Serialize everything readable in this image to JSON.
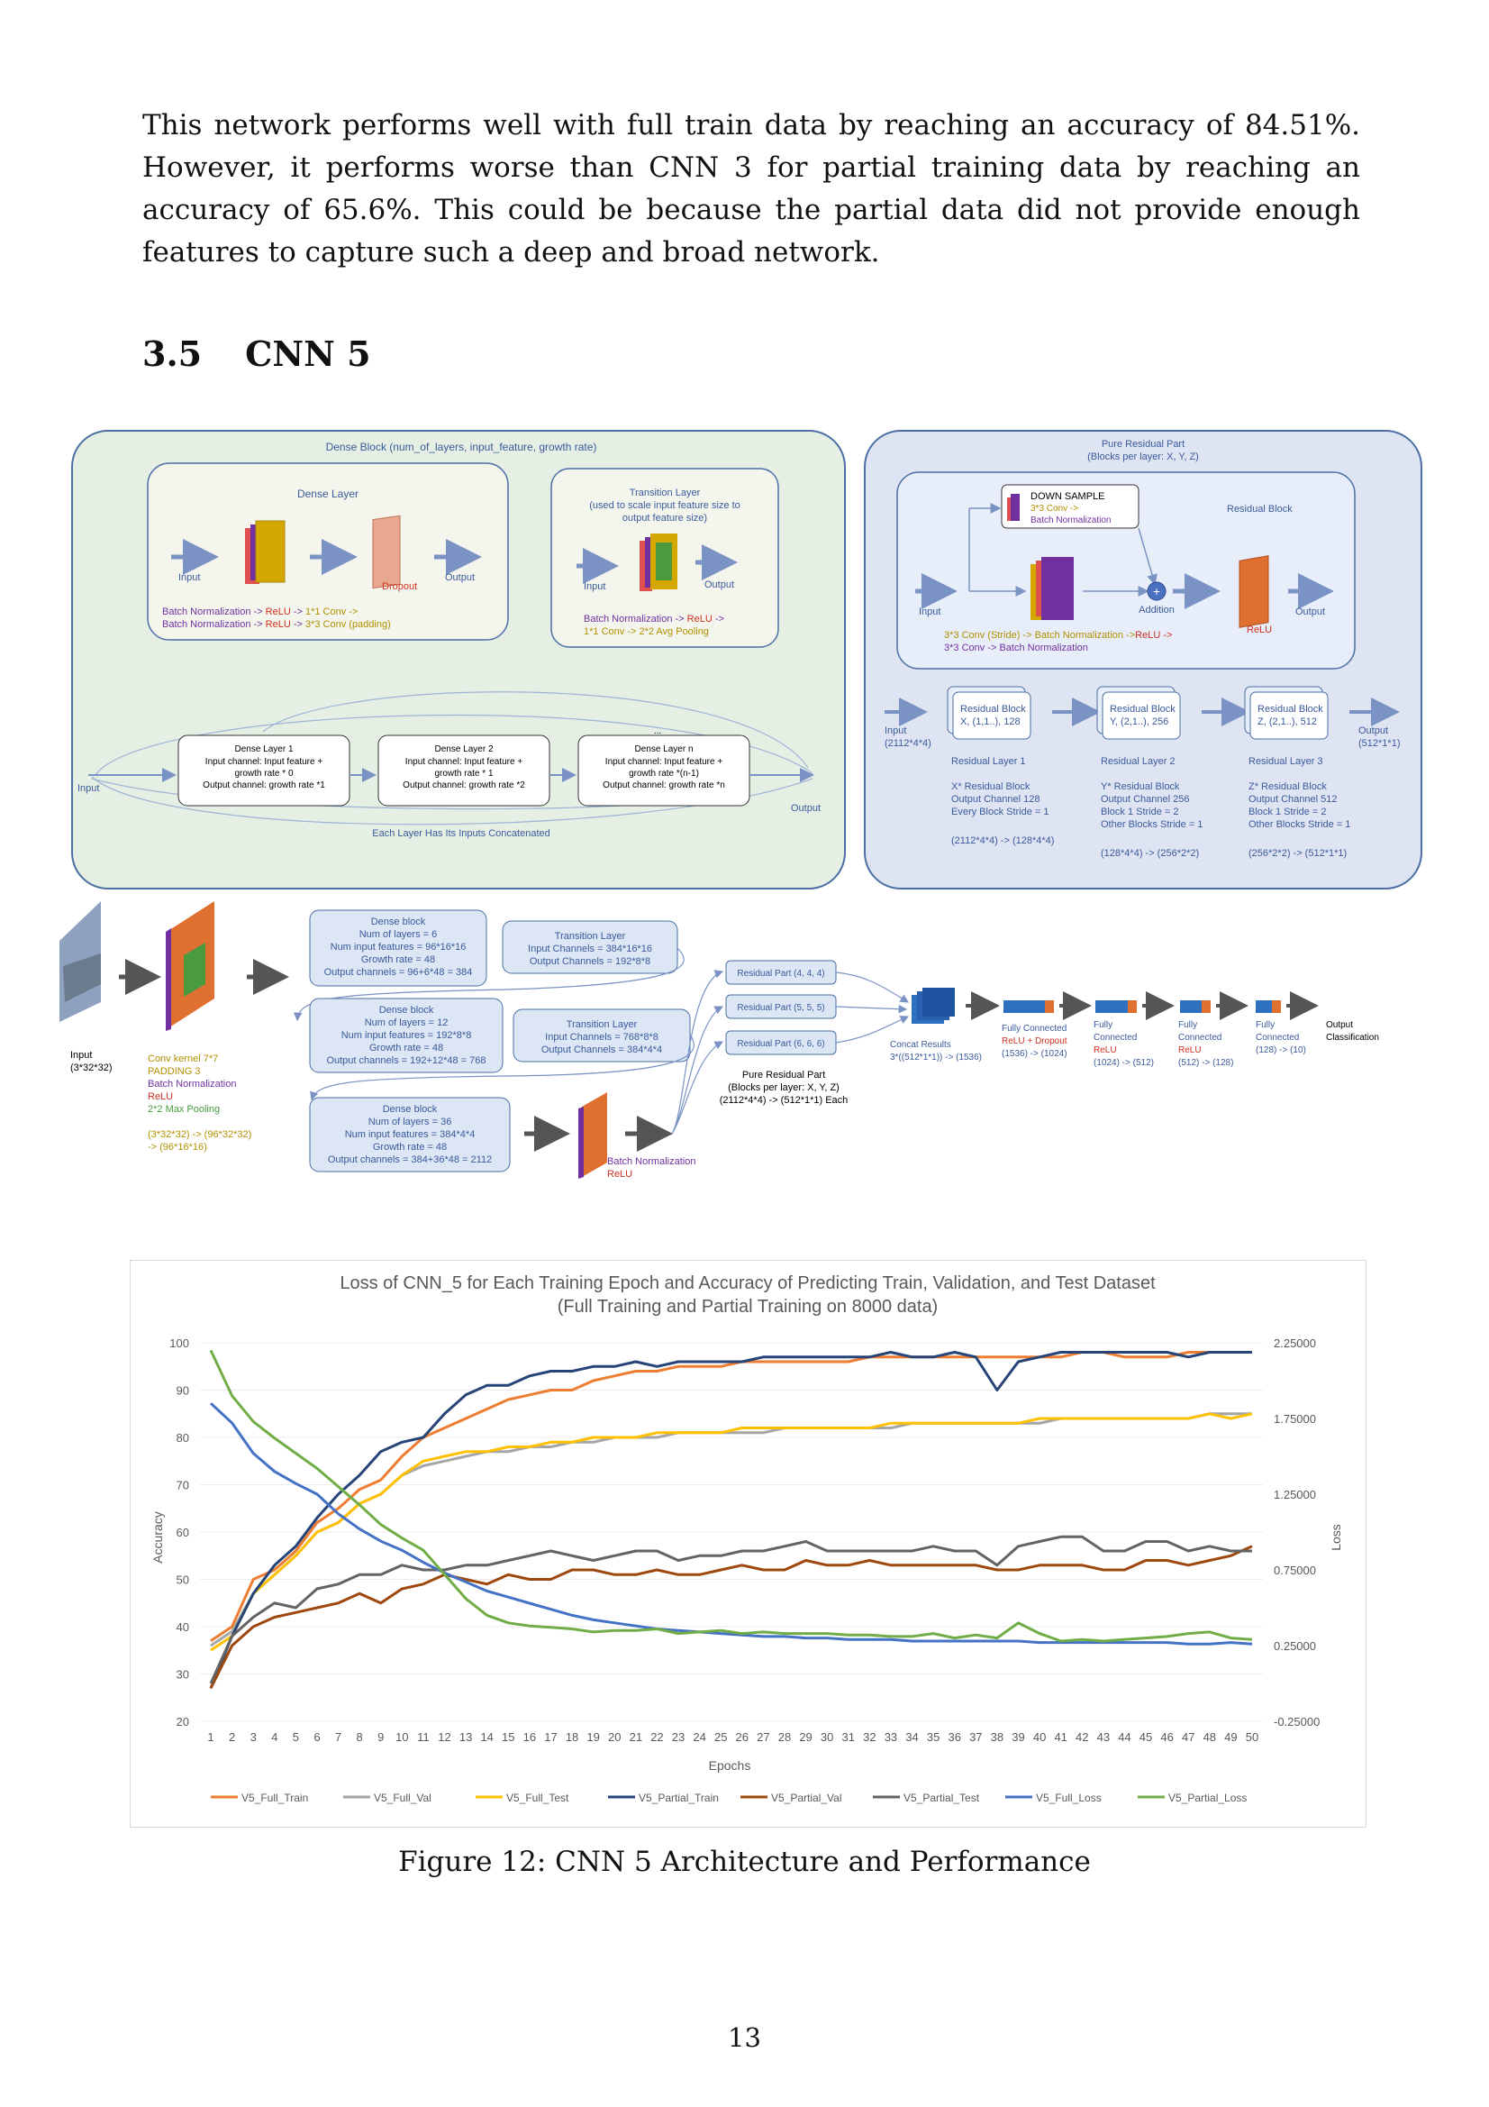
{
  "body": {
    "paragraph": "This network performs well with full train data by reaching an accuracy of 84.51%. However, it performs worse than CNN 3 for partial training data by reaching an accuracy of 65.6%. This could be because the partial data did not provide enough features to capture such a deep and broad network.",
    "section_number": "3.5",
    "section_title": "CNN 5"
  },
  "diagram": {
    "dense_block_title": "Dense Block (num_of_layers, input_feature, growth rate)",
    "dense_layer": {
      "title": "Dense Layer",
      "input": "Input",
      "output": "Output",
      "dropout": "Dropout",
      "bn1": "Batch Normalization",
      "arrow": "->",
      "relu": "ReLU",
      "conv1": "1*1 Conv ->",
      "conv2": "3*3 Conv (padding)"
    },
    "transition_layer": {
      "title": "Transition Layer",
      "sub1": "(used to scale input feature size to",
      "sub2": "output feature size)",
      "input": "Input",
      "output": "Output",
      "line1a": "Batch Normalization",
      "line1b": "ReLU",
      "line2": "1*1 Conv -> 2*2 Avg Pooling"
    },
    "dense_layers": [
      {
        "t": "Dense Layer 1",
        "a": "Input channel: Input feature +",
        "b": "growth rate * 0",
        "c": "Output channel: growth rate *1"
      },
      {
        "t": "Dense Layer 2",
        "a": "Input channel: Input feature +",
        "b": "growth rate * 1",
        "c": "Output channel: growth rate *2"
      },
      {
        "t": "Dense Layer n",
        "a": "Input channel: Input feature +",
        "b": "growth rate *(n-1)",
        "c": "Output channel: growth rate *n"
      }
    ],
    "dense_input": "Input",
    "dense_output": "Output",
    "dots": "...",
    "concat_note": "Each Layer Has Its Inputs Concatenated",
    "residual": {
      "title1": "Pure Residual Part",
      "title2": "(Blocks per layer: X, Y, Z)",
      "down_sample": "DOWN SAMPLE",
      "down_conv": "3*3 Conv ->",
      "down_bn": "Batch Normalization",
      "block_label": "Residual Block",
      "input": "Input",
      "addition": "Addition",
      "output": "Output",
      "relu": "ReLU",
      "conv_line1a": "3*3 Conv (Stride) -> Batch Normalization ->",
      "conv_line1b": "ReLU ->",
      "conv_line2": "3*3 Conv -> Batch Normalization",
      "in_label": "Input",
      "in_size": "(2112*4*4)",
      "out_label": "Output",
      "out_size": "(512*1*1)",
      "blocks": [
        {
          "t": "Residual Block",
          "s": "X, (1,1..), 128",
          "layer": "Residual Layer 1",
          "d1": "X* Residual Block",
          "d2": "Output Channel 128",
          "d3": "Every Block Stride = 1",
          "d4": "",
          "size": "(2112*4*4) -> (128*4*4)"
        },
        {
          "t": "Residual Block",
          "s": "Y, (2,1..), 256",
          "layer": "Residual Layer 2",
          "d1": "Y* Residual Block",
          "d2": "Output Channel 256",
          "d3": "Block 1 Stride = 2",
          "d4": "Other Blocks Stride = 1",
          "size": "(128*4*4) -> (256*2*2)"
        },
        {
          "t": "Residual Block",
          "s": "Z, (2,1..), 512",
          "layer": "Residual Layer 3",
          "d1": "Z* Residual Block",
          "d2": "Output Channel 512",
          "d3": "Block 1 Stride = 2",
          "d4": "Other Blocks Stride = 1",
          "size": "(256*2*2) -> (512*1*1)"
        }
      ]
    },
    "pipeline": {
      "input_label": "Input",
      "input_size": "(3*32*32)",
      "conv": [
        "Conv kernel 7*7",
        "PADDING 3",
        "Batch Normalization",
        "ReLU",
        "2*2 Max Pooling",
        "",
        "(3*32*32) -> (96*32*32)",
        "-> (96*16*16)"
      ],
      "dense_blocks": [
        [
          "Dense block",
          "Num of layers = 6",
          "Num input features = 96*16*16",
          "Growth rate = 48",
          "Output channels = 96+6*48 = 384"
        ],
        [
          "Dense block",
          "Num of layers = 12",
          "Num input features = 192*8*8",
          "Growth rate = 48",
          "Output channels = 192+12*48 = 768"
        ],
        [
          "Dense block",
          "Num of layers = 36",
          "Num input features = 384*4*4",
          "Growth rate = 48",
          "Output channels = 384+36*48 = 2112"
        ]
      ],
      "transitions": [
        [
          "Transition Layer",
          "Input Channels = 384*16*16",
          "Output Channels = 192*8*8"
        ],
        [
          "Transition Layer",
          "Input Channels = 768*8*8",
          "Output Channels = 384*4*4"
        ]
      ],
      "bn_label": "Batch Normalization",
      "relu_label": "ReLU",
      "residual_parts": [
        "Residual Part (4, 4, 4)",
        "Residual Part (5, 5, 5)",
        "Residual Part (6, 6, 6)"
      ],
      "pure_residual": [
        "Pure Residual Part",
        "(Blocks per layer: X, Y, Z)",
        "(2112*4*4) -> (512*1*1) Each"
      ],
      "concat": [
        "Concat Results",
        "3*((512*1*1)) -> (1536)"
      ],
      "fc": [
        {
          "l1": "Fully Connected",
          "l2": "ReLU + Dropout",
          "l3": "(1536) -> (1024)"
        },
        {
          "l1": "Fully",
          "l1b": "Connected",
          "l2": "ReLU",
          "l3": "(1024) -> (512)"
        },
        {
          "l1": "Fully",
          "l1b": "Connected",
          "l2": "ReLU",
          "l3": "(512) -> (128)"
        },
        {
          "l1": "Fully",
          "l1b": "Connected",
          "l2": "",
          "l3": "(128) -> (10)"
        }
      ],
      "output": [
        "Output",
        "Classification"
      ]
    }
  },
  "chart_data": {
    "type": "line",
    "title": "Loss of CNN_5 for Each Training Epoch and Accuracy of Predicting Train, Validation, and Test Dataset",
    "subtitle": "(Full Training and Partial Training on 8000 data)",
    "xlabel": "Epochs",
    "ylabel": "Accuracy",
    "y2label": "Loss",
    "x": [
      1,
      2,
      3,
      4,
      5,
      6,
      7,
      8,
      9,
      10,
      11,
      12,
      13,
      14,
      15,
      16,
      17,
      18,
      19,
      20,
      21,
      22,
      23,
      24,
      25,
      26,
      27,
      28,
      29,
      30,
      31,
      32,
      33,
      34,
      35,
      36,
      37,
      38,
      39,
      40,
      41,
      42,
      43,
      44,
      45,
      46,
      47,
      48,
      49,
      50
    ],
    "ylim": [
      20,
      100
    ],
    "yticks": [
      20,
      30,
      40,
      50,
      60,
      70,
      80,
      90,
      100
    ],
    "y2lim": [
      -0.25,
      2.25
    ],
    "y2ticks": [
      "-0.25000",
      "0.25000",
      "0.75000",
      "1.25000",
      "1.75000",
      "2.25000"
    ],
    "grid": true,
    "legend_position": "bottom",
    "series": [
      {
        "name": "V5_Full_Train",
        "color": "#ed7d31",
        "axis": "left",
        "values": [
          37,
          40,
          50,
          52,
          56,
          62,
          65,
          69,
          71,
          76,
          80,
          82,
          84,
          86,
          88,
          89,
          90,
          90,
          92,
          93,
          94,
          94,
          95,
          95,
          95,
          96,
          96,
          96,
          96,
          96,
          96,
          97,
          97,
          97,
          97,
          97,
          97,
          97,
          97,
          97,
          97,
          98,
          98,
          97,
          97,
          97,
          98,
          98,
          98,
          98
        ]
      },
      {
        "name": "V5_Full_Val",
        "color": "#a5a5a5",
        "axis": "left",
        "values": [
          36,
          39,
          47,
          51,
          55,
          60,
          62,
          66,
          68,
          72,
          74,
          75,
          76,
          77,
          77,
          78,
          78,
          79,
          79,
          80,
          80,
          80,
          81,
          81,
          81,
          81,
          81,
          82,
          82,
          82,
          82,
          82,
          82,
          83,
          83,
          83,
          83,
          83,
          83,
          83,
          84,
          84,
          84,
          84,
          84,
          84,
          84,
          85,
          85,
          85
        ]
      },
      {
        "name": "V5_Full_Test",
        "color": "#ffc000",
        "axis": "left",
        "values": [
          35,
          38,
          47,
          51,
          55,
          60,
          62,
          66,
          68,
          72,
          75,
          76,
          77,
          77,
          78,
          78,
          79,
          79,
          80,
          80,
          80,
          81,
          81,
          81,
          81,
          82,
          82,
          82,
          82,
          82,
          82,
          82,
          83,
          83,
          83,
          83,
          83,
          83,
          83,
          84,
          84,
          84,
          84,
          84,
          84,
          84,
          84,
          85,
          84,
          85
        ]
      },
      {
        "name": "V5_Partial_Train",
        "color": "#264478",
        "axis": "left",
        "values": [
          27,
          38,
          47,
          53,
          57,
          63,
          68,
          72,
          77,
          79,
          80,
          85,
          89,
          91,
          91,
          93,
          94,
          94,
          95,
          95,
          96,
          95,
          96,
          96,
          96,
          96,
          97,
          97,
          97,
          97,
          97,
          97,
          98,
          97,
          97,
          98,
          97,
          90,
          96,
          97,
          98,
          98,
          98,
          98,
          98,
          98,
          97,
          98,
          98,
          98
        ]
      },
      {
        "name": "V5_Partial_Val",
        "color": "#9e480e",
        "axis": "left",
        "values": [
          27,
          36,
          40,
          42,
          43,
          44,
          45,
          47,
          45,
          48,
          49,
          51,
          50,
          49,
          51,
          50,
          50,
          52,
          52,
          51,
          51,
          52,
          51,
          51,
          52,
          53,
          52,
          52,
          54,
          53,
          53,
          54,
          53,
          53,
          53,
          53,
          53,
          52,
          52,
          53,
          53,
          53,
          52,
          52,
          54,
          54,
          53,
          54,
          55,
          57
        ]
      },
      {
        "name": "V5_Partial_Test",
        "color": "#636363",
        "axis": "left",
        "values": [
          28,
          38,
          42,
          45,
          44,
          48,
          49,
          51,
          51,
          53,
          52,
          52,
          53,
          53,
          54,
          55,
          56,
          55,
          54,
          55,
          56,
          56,
          54,
          55,
          55,
          56,
          56,
          57,
          58,
          56,
          56,
          56,
          56,
          56,
          57,
          56,
          56,
          53,
          57,
          58,
          59,
          59,
          56,
          56,
          58,
          58,
          56,
          57,
          56,
          56
        ]
      },
      {
        "name": "V5_Full_Loss",
        "color": "#4472c4",
        "axis": "right",
        "values": [
          1.85,
          1.72,
          1.52,
          1.4,
          1.32,
          1.25,
          1.12,
          1.02,
          0.94,
          0.88,
          0.8,
          0.73,
          0.67,
          0.61,
          0.57,
          0.53,
          0.49,
          0.45,
          0.42,
          0.4,
          0.38,
          0.36,
          0.35,
          0.34,
          0.33,
          0.32,
          0.31,
          0.31,
          0.3,
          0.3,
          0.29,
          0.29,
          0.29,
          0.28,
          0.28,
          0.28,
          0.28,
          0.28,
          0.28,
          0.27,
          0.27,
          0.27,
          0.27,
          0.27,
          0.27,
          0.27,
          0.26,
          0.26,
          0.27,
          0.26
        ]
      },
      {
        "name": "V5_Partial_Loss",
        "color": "#70ad47",
        "axis": "right",
        "values": [
          2.2,
          1.9,
          1.73,
          1.62,
          1.52,
          1.42,
          1.3,
          1.18,
          1.05,
          0.96,
          0.88,
          0.72,
          0.56,
          0.45,
          0.4,
          0.38,
          0.37,
          0.36,
          0.34,
          0.35,
          0.35,
          0.36,
          0.33,
          0.34,
          0.35,
          0.33,
          0.34,
          0.33,
          0.33,
          0.33,
          0.32,
          0.32,
          0.31,
          0.31,
          0.33,
          0.3,
          0.32,
          0.3,
          0.4,
          0.33,
          0.28,
          0.29,
          0.28,
          0.29,
          0.3,
          0.31,
          0.33,
          0.34,
          0.3,
          0.29
        ]
      }
    ]
  },
  "caption": "Figure 12: CNN 5 Architecture and Performance",
  "page_number": "13"
}
